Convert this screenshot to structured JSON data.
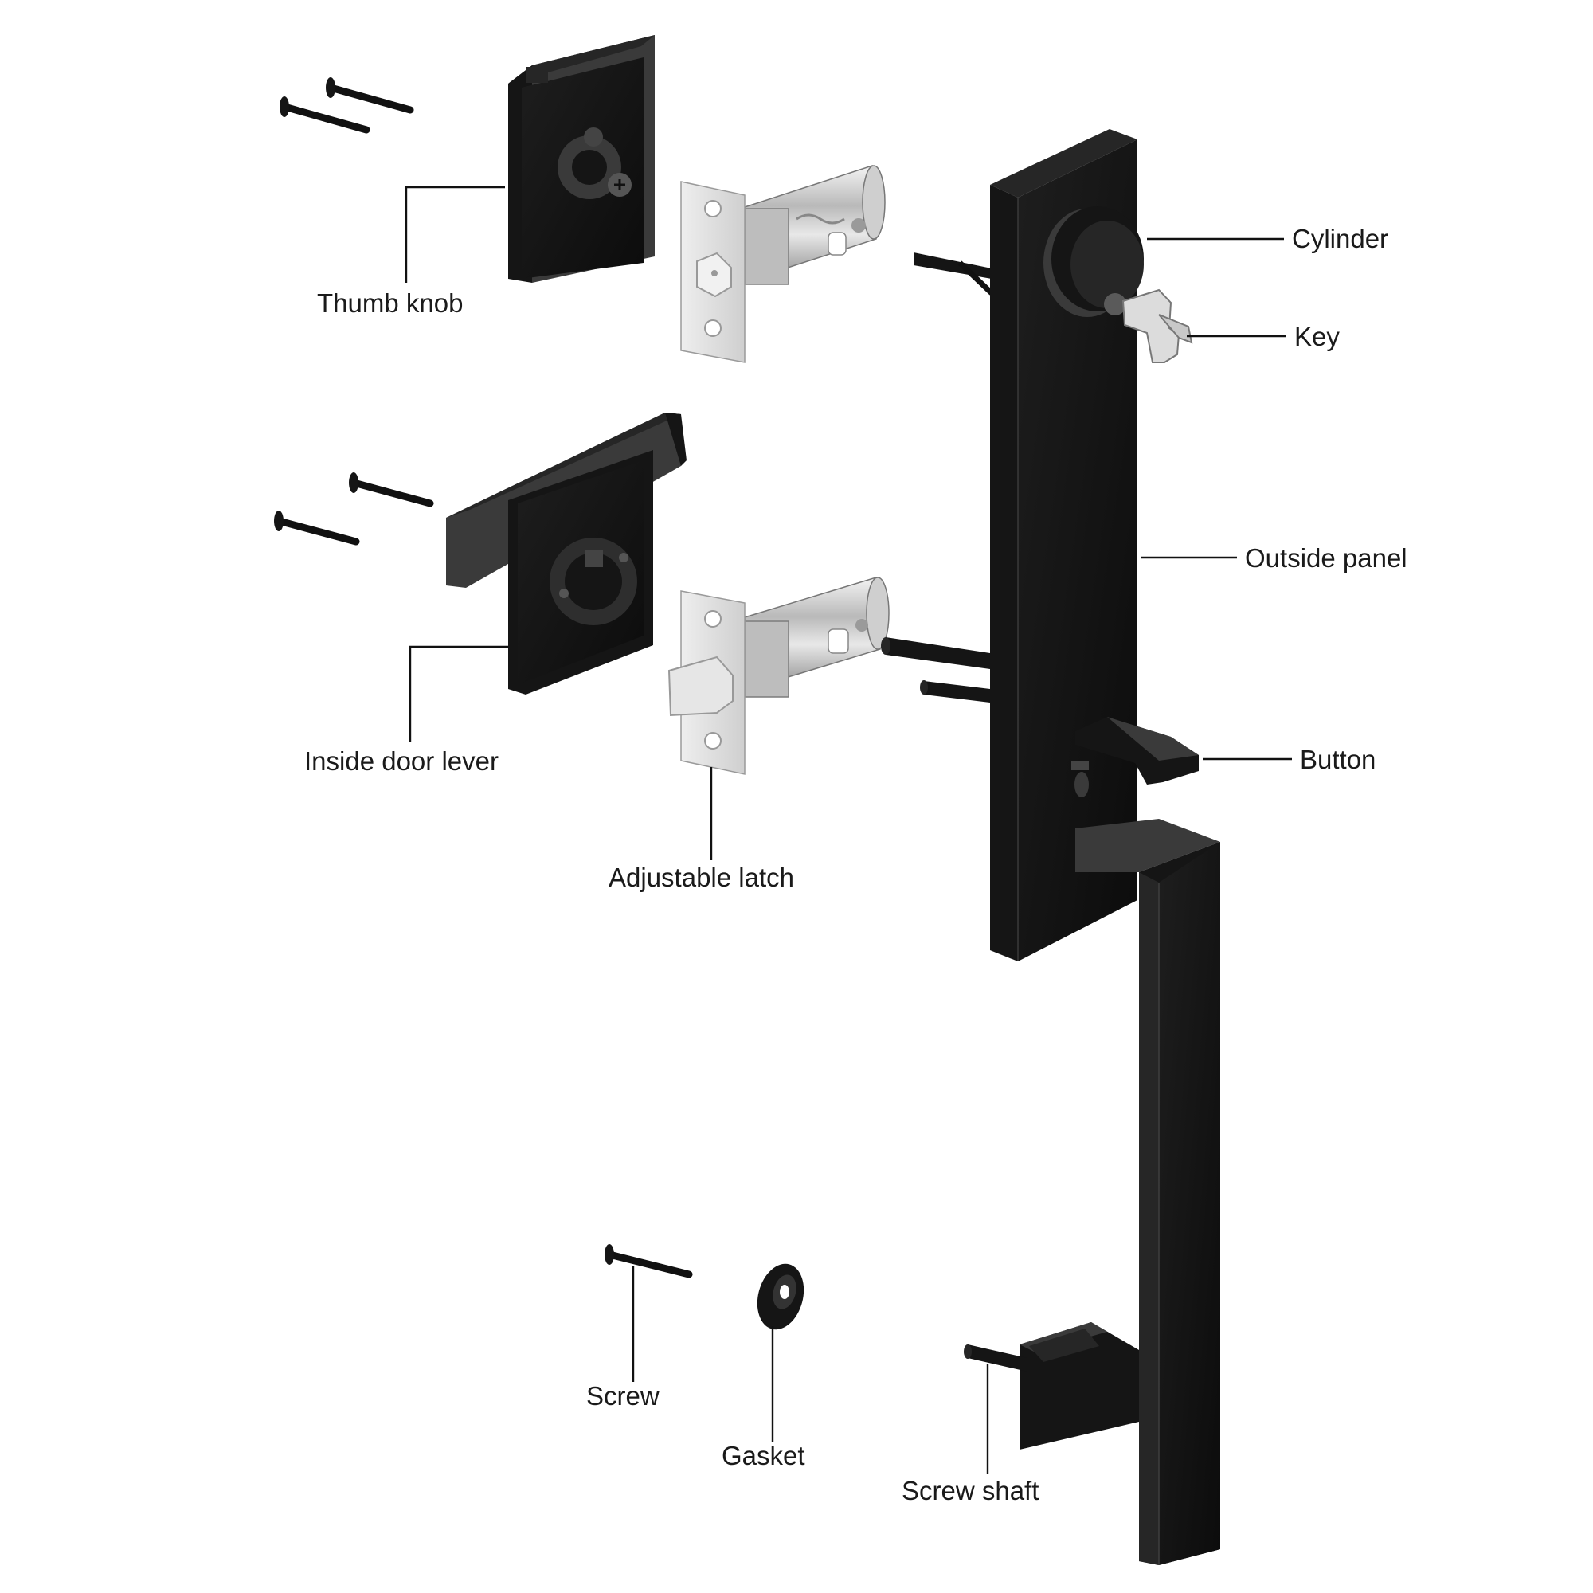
{
  "labels": {
    "thumb_knob": "Thumb knob",
    "cylinder": "Cylinder",
    "key": "Key",
    "outside_panel": "Outside panel",
    "inside_door_lever": "Inside door lever",
    "button": "Button",
    "adjustable_latch": "Adjustable latch",
    "screw": "Screw",
    "gasket": "Gasket",
    "screw_shaft": "Screw shaft"
  },
  "colors": {
    "hardware_finish": "#151515",
    "latch_metal": "#d6d6d6",
    "label_text": "#1a1a1a",
    "background": "#ffffff"
  }
}
